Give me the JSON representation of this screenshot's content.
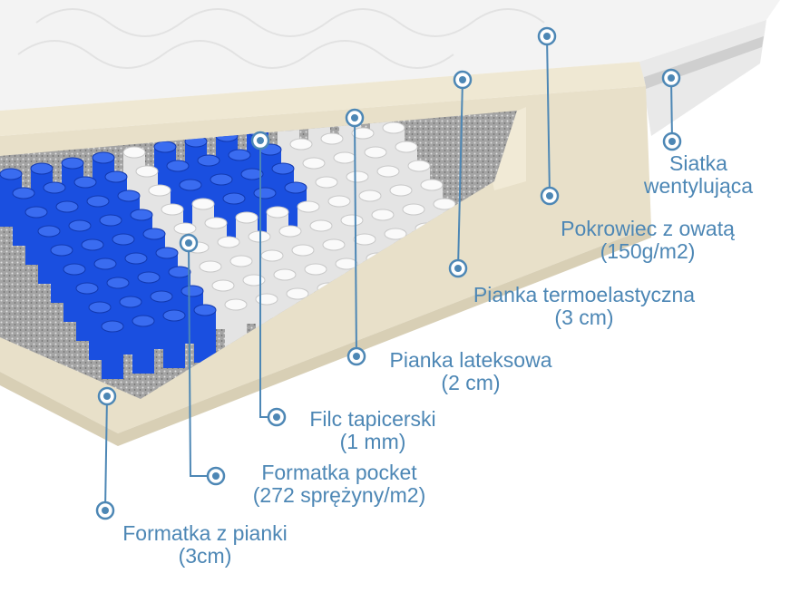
{
  "labels": {
    "siatka": {
      "line1": "Siatka",
      "line2": "wentylująca"
    },
    "pokrowiec": {
      "line1": "Pokrowiec z owatą",
      "line2": "(150g/m2)"
    },
    "termo": {
      "line1": "Pianka termoelastyczna",
      "line2": "(3 cm)"
    },
    "lateks": {
      "line1": "Pianka lateksowa",
      "line2": "(2 cm)"
    },
    "filc": {
      "line1": "Filc tapicerski",
      "line2": "(1 mm)"
    },
    "pocket": {
      "line1": "Formatka pocket",
      "line2": "(272 sprężyny/m2)"
    },
    "pianka": {
      "line1": "Formatka z pianki",
      "line2": "(3cm)"
    }
  },
  "colors": {
    "accent": "#4d87b5",
    "spring_blue": "#1a4fe0",
    "foam": "#ece5d0",
    "felt": "#a8a8a8"
  }
}
